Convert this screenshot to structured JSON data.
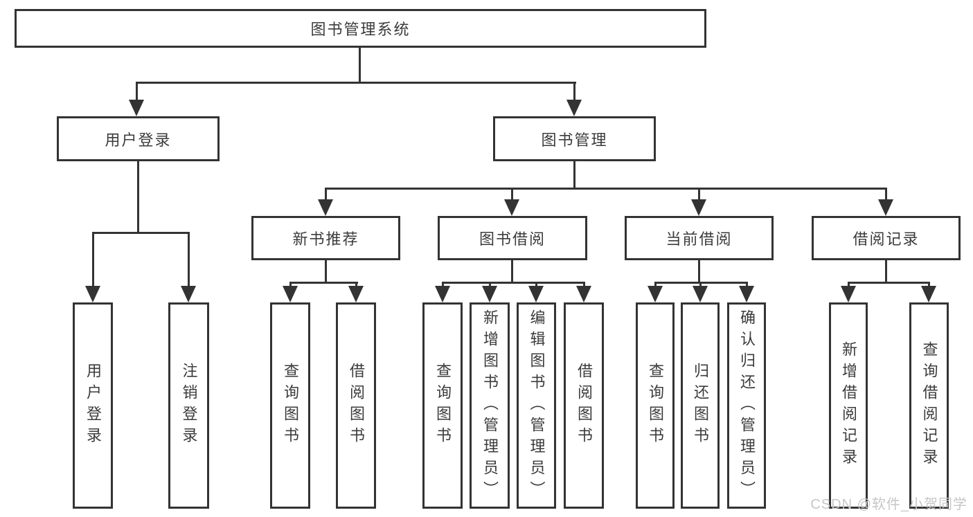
{
  "colors": {
    "line": "#333333",
    "text": "#3b3b3b",
    "watermark": "#c6c6c6",
    "background": "#ffffff"
  },
  "watermark": {
    "text": "CSDN @软件_小贺同学"
  },
  "tree": {
    "label": "图书管理系统",
    "children": [
      {
        "label": "用户登录",
        "children": [
          {
            "label": "用户登录"
          },
          {
            "label": "注销登录"
          }
        ]
      },
      {
        "label": "图书管理",
        "children": [
          {
            "label": "新书推荐",
            "children": [
              {
                "label": "查询图书"
              },
              {
                "label": "借阅图书"
              }
            ]
          },
          {
            "label": "图书借阅",
            "children": [
              {
                "label": "查询图书"
              },
              {
                "label": "新增图书（管理员）"
              },
              {
                "label": "编辑图书（管理员）"
              },
              {
                "label": "借阅图书"
              }
            ]
          },
          {
            "label": "当前借阅",
            "children": [
              {
                "label": "查询图书"
              },
              {
                "label": "归还图书"
              },
              {
                "label": "确认归还（管理员）"
              }
            ]
          },
          {
            "label": "借阅记录",
            "children": [
              {
                "label": "新增借阅记录"
              },
              {
                "label": "查询借阅记录"
              }
            ]
          }
        ]
      }
    ]
  }
}
